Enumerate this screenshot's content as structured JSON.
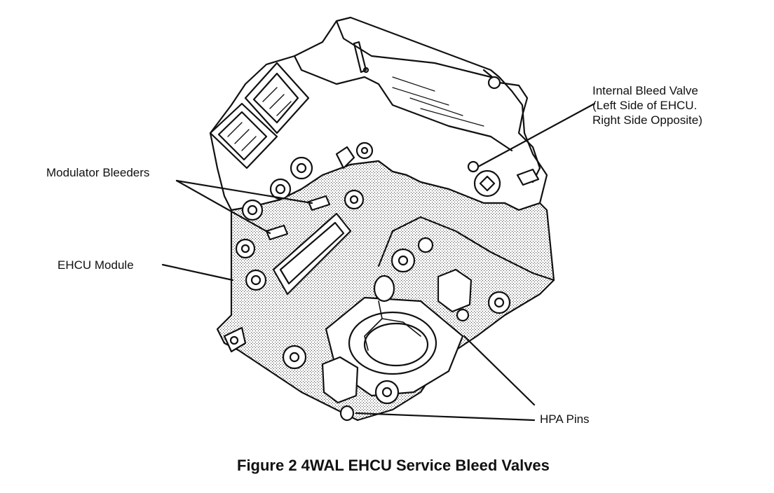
{
  "labels": {
    "internal_bleed_valve": {
      "line1": "Internal Bleed Valve",
      "line2": "(Left Side of EHCU.",
      "line3": "Right Side Opposite)"
    },
    "modulator_bleeders": "Modulator Bleeders",
    "ehcu_module": "EHCU Module",
    "hpa_pins": "HPA Pins"
  },
  "caption": "Figure 2 4WAL EHCU Service Bleed Valves"
}
